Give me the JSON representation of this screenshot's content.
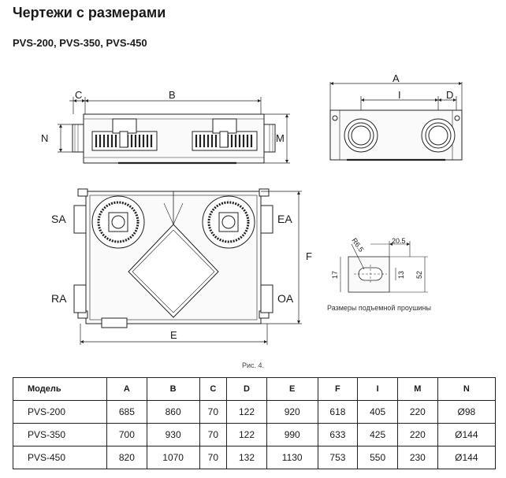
{
  "title": "Чертежи с размерами",
  "subtitle": "PVS-200, PVS-350, PVS-450",
  "figure_caption": "Рис. 4.",
  "lug_caption": "Размеры подъемной проушины",
  "labels": {
    "front": {
      "c": "C",
      "b": "B",
      "n": "N",
      "m": "M"
    },
    "side": {
      "a": "A",
      "i": "I",
      "d": "D"
    },
    "top": {
      "sa": "SA",
      "ra": "RA",
      "ea": "EA",
      "oa": "OA",
      "f": "F",
      "e": "E"
    },
    "lug": {
      "r": "R6.5",
      "w": "20.5",
      "h1": "17",
      "h2": "13",
      "h3": "52"
    }
  },
  "table": {
    "headers": [
      "Модель",
      "A",
      "B",
      "C",
      "D",
      "E",
      "F",
      "I",
      "M",
      "N"
    ],
    "rows": [
      [
        "PVS-200",
        "685",
        "860",
        "70",
        "122",
        "920",
        "618",
        "405",
        "220",
        "Ø98"
      ],
      [
        "PVS-350",
        "700",
        "930",
        "70",
        "122",
        "990",
        "633",
        "425",
        "220",
        "Ø144"
      ],
      [
        "PVS-450",
        "820",
        "1070",
        "70",
        "132",
        "1130",
        "753",
        "550",
        "230",
        "Ø144"
      ]
    ]
  }
}
